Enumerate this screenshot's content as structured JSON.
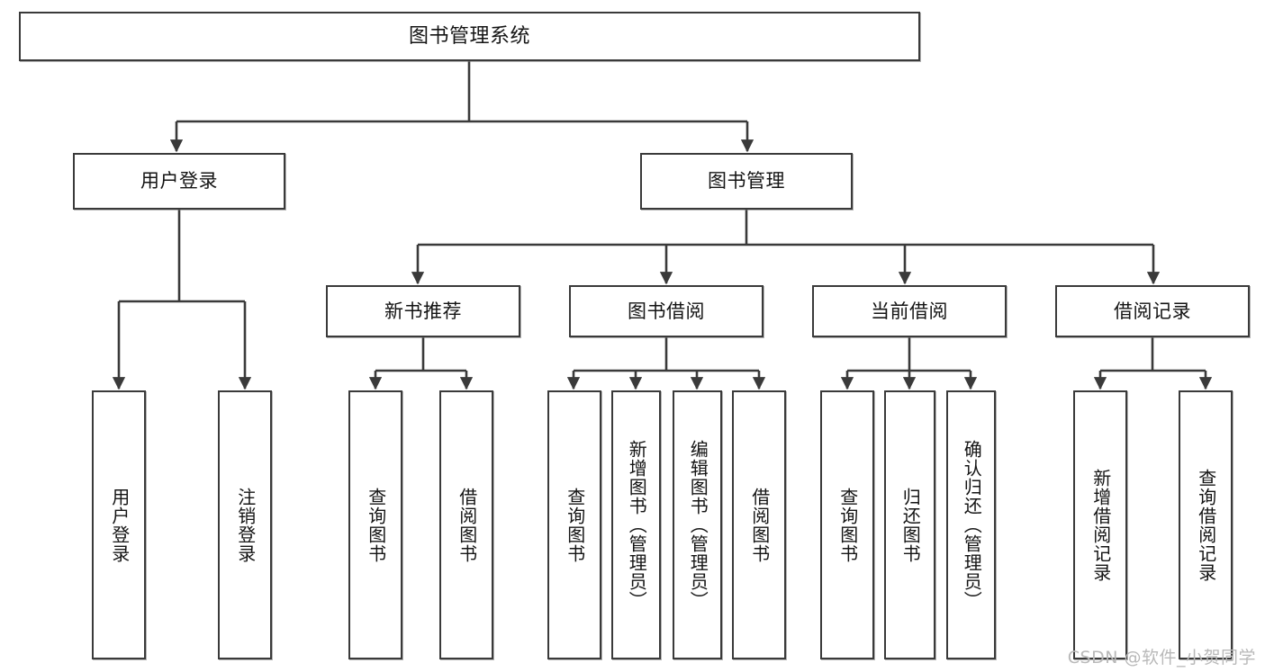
{
  "diagram": {
    "type": "tree",
    "title": "图书管理系统",
    "orientation": "top-down",
    "colors": {
      "box_border": "#3a3a3a",
      "box_fill": "#ffffff",
      "connector": "#3a3a3a",
      "text": "#141414",
      "watermark": "#b9b9b9"
    }
  },
  "nodes": {
    "root": {
      "label": "图书管理系统"
    },
    "level2": [
      {
        "label": "用户登录"
      },
      {
        "label": "图书管理"
      }
    ],
    "level3": [
      {
        "label": "新书推荐"
      },
      {
        "label": "图书借阅"
      },
      {
        "label": "当前借阅"
      },
      {
        "label": "借阅记录"
      }
    ],
    "leaves": {
      "user_login": [
        {
          "label": "用户登录"
        },
        {
          "label": "注销登录"
        }
      ],
      "new_book": [
        {
          "label": "查询图书"
        },
        {
          "label": "借阅图书"
        }
      ],
      "book_borrow": [
        {
          "label": "查询图书"
        },
        {
          "label": "新增图书（管理员）"
        },
        {
          "label": "编辑图书（管理员）"
        },
        {
          "label": "借阅图书"
        }
      ],
      "current_borrow": [
        {
          "label": "查询图书"
        },
        {
          "label": "归还图书"
        },
        {
          "label": "确认归还（管理员）"
        }
      ],
      "borrow_record": [
        {
          "label": "新增借阅记录"
        },
        {
          "label": "查询借阅记录"
        }
      ]
    }
  },
  "watermark": {
    "text": "CSDN @软件_小贺同学"
  }
}
